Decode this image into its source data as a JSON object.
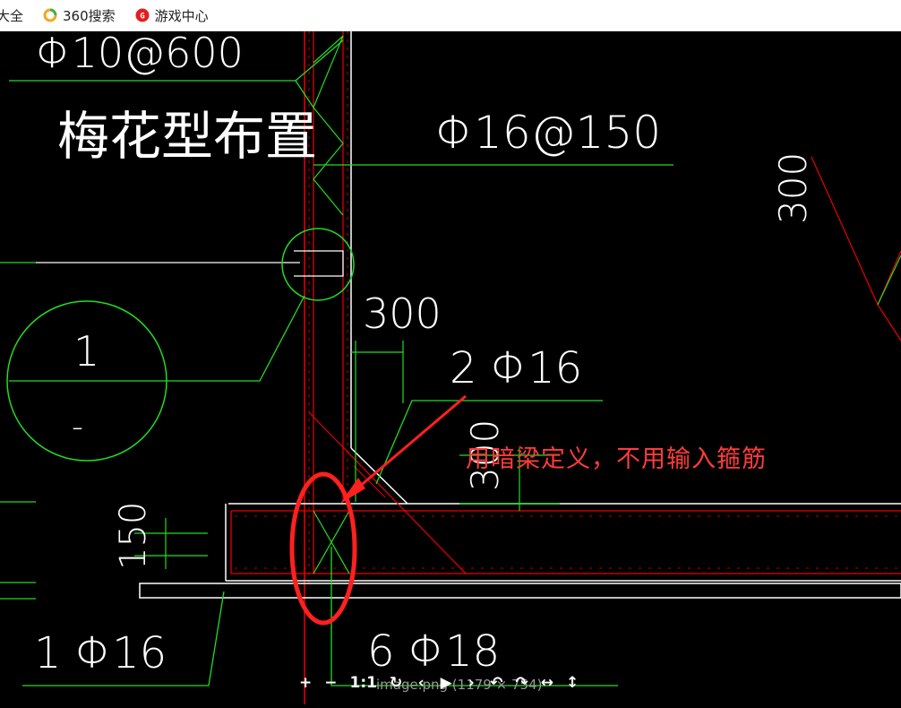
{
  "bookmarks": {
    "item0": "大全",
    "item1": "360搜索",
    "item2": "游戏中心"
  },
  "drawing": {
    "top_label": "Φ10@600",
    "title": "梅花型布置",
    "label_top_right": "Φ16@150",
    "dim_300_a": "300",
    "dim_300_b": "300",
    "dim_300_c": "300",
    "bar_2_16": "2 Φ16",
    "section_num": "1",
    "section_dash": "-",
    "dim_150": "150",
    "bar_1_16": "1 Φ16",
    "bar_6_18": "6 Φ18"
  },
  "annotation": {
    "note": "用暗梁定义，不用输入箍筋",
    "color": "#ff3b3b"
  },
  "viewer": {
    "caption": "image.png (1179 × 754)",
    "tools": [
      "+",
      "−",
      "1:1",
      "↻",
      "‹",
      "▶",
      "›",
      "↶",
      "↷",
      "↔",
      "↕"
    ]
  }
}
